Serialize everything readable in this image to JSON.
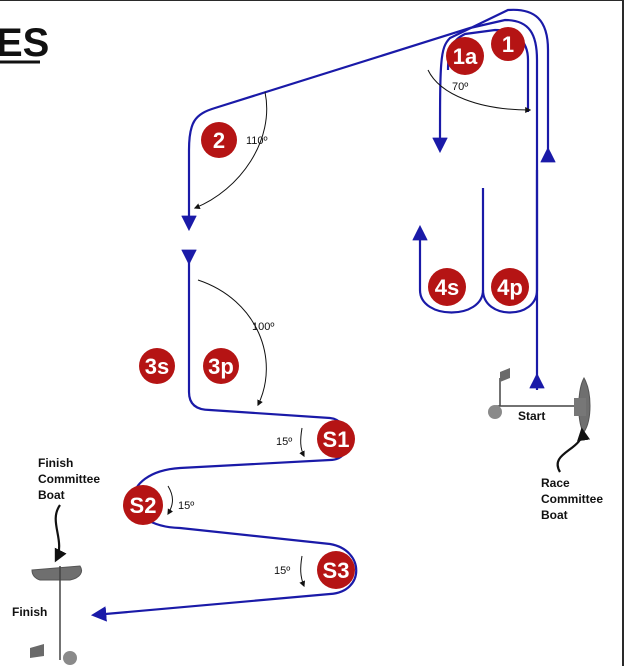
{
  "header": {
    "title_fragment": "ES"
  },
  "colors": {
    "course": "#1a1aa8",
    "mark_fill": "#b51414",
    "boat": "#7a7a7a",
    "frame": "#2a2a2a"
  },
  "marks": {
    "m1": "1",
    "m1a": "1a",
    "m2": "2",
    "m3s": "3s",
    "m3p": "3p",
    "m4s": "4s",
    "m4p": "4p",
    "s1": "S1",
    "s2": "S2",
    "s3": "S3"
  },
  "angles": {
    "a70": "70º",
    "a110": "110º",
    "a100": "100º",
    "a15_s1": "15º",
    "a15_s2": "15º",
    "a15_s3": "15º"
  },
  "labels": {
    "start": "Start",
    "finish": "Finish",
    "finish_boat": [
      "Finish",
      "Committee",
      "Boat"
    ],
    "race_boat": [
      "Race",
      "Committee",
      "Boat"
    ]
  }
}
